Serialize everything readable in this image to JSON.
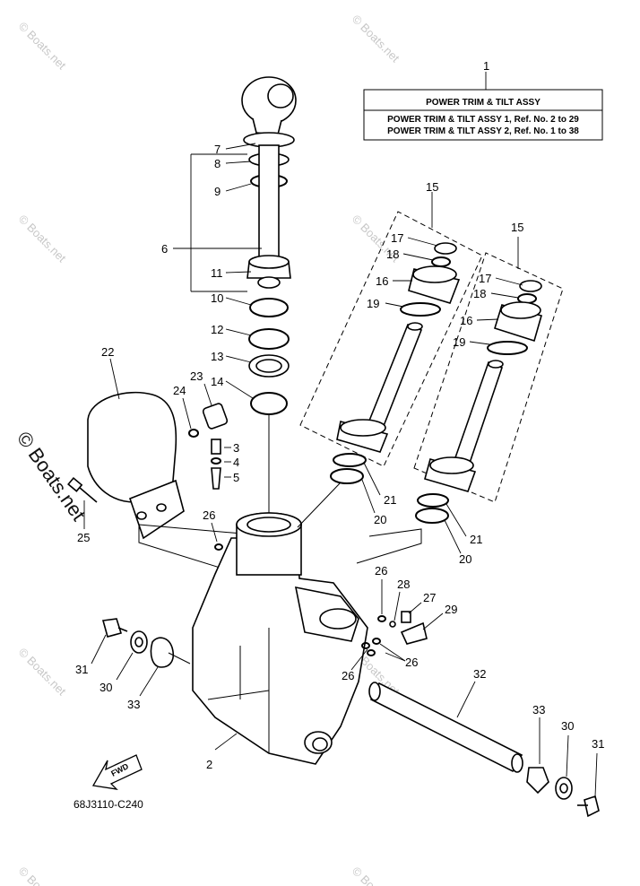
{
  "title_box": {
    "heading": "POWER TRIM & TILT ASSY",
    "line1": "POWER TRIM & TILT ASSY 1,  Ref. No. 2 to 29",
    "line2": "POWER TRIM & TILT ASSY 2,  Ref. No. 1 to 38"
  },
  "diagram_code": "68J3110-C240",
  "fwd_label": "FWD",
  "watermark": "© Boats.net",
  "side_watermark": "© Boats.net",
  "callouts": {
    "c1": "1",
    "c2": "2",
    "c3": "3",
    "c4": "4",
    "c5": "5",
    "c6": "6",
    "c7": "7",
    "c8": "8",
    "c9": "9",
    "c10": "10",
    "c11": "11",
    "c12": "12",
    "c13": "13",
    "c14": "14",
    "c15a": "15",
    "c15b": "15",
    "c16a": "16",
    "c16b": "16",
    "c17a": "17",
    "c17b": "17",
    "c18a": "18",
    "c18b": "18",
    "c19a": "19",
    "c19b": "19",
    "c20a": "20",
    "c20b": "20",
    "c21a": "21",
    "c21b": "21",
    "c22": "22",
    "c23": "23",
    "c24": "24",
    "c25": "25",
    "c26a": "26",
    "c26b": "26",
    "c26c": "26",
    "c26d": "26",
    "c27": "27",
    "c28": "28",
    "c29": "29",
    "c30a": "30",
    "c30b": "30",
    "c31a": "31",
    "c31b": "31",
    "c32": "32",
    "c33a": "33",
    "c33b": "33"
  }
}
